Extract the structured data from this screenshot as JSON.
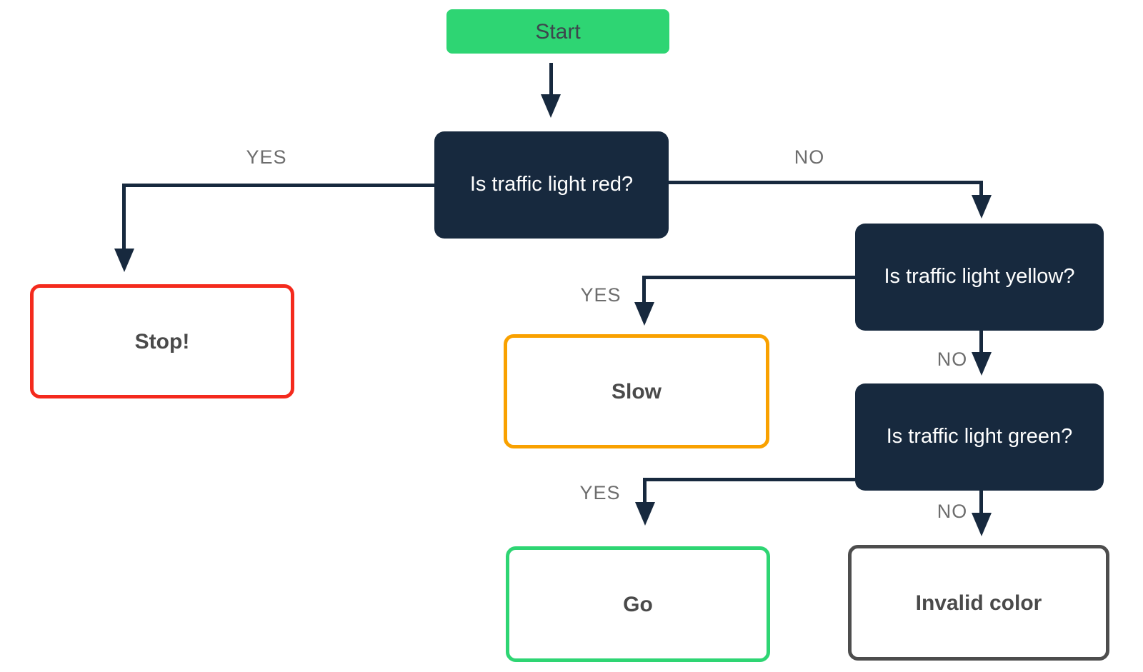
{
  "colors": {
    "navy": "#17293e",
    "green": "#2ed573",
    "red": "#f42a1d",
    "orange": "#f9a100",
    "gray_border": "#4d4d4d",
    "label_gray": "#6d6d6d",
    "result_text": "#4a4a4a",
    "start_text": "#3d464d",
    "bg": "#ffffff"
  },
  "nodes": {
    "start": {
      "label": "Start"
    },
    "question_red": {
      "label": "Is traffic light red?"
    },
    "question_yellow": {
      "label": "Is traffic light yellow?"
    },
    "question_green": {
      "label": "Is traffic light green?"
    },
    "result_stop": {
      "label": "Stop!"
    },
    "result_slow": {
      "label": "Slow"
    },
    "result_go": {
      "label": "Go"
    },
    "result_invalid": {
      "label": "Invalid color"
    }
  },
  "edge_labels": {
    "red_yes": "YES",
    "red_no": "NO",
    "yellow_yes": "YES",
    "yellow_no": "NO",
    "green_yes": "YES",
    "green_no": "NO"
  }
}
